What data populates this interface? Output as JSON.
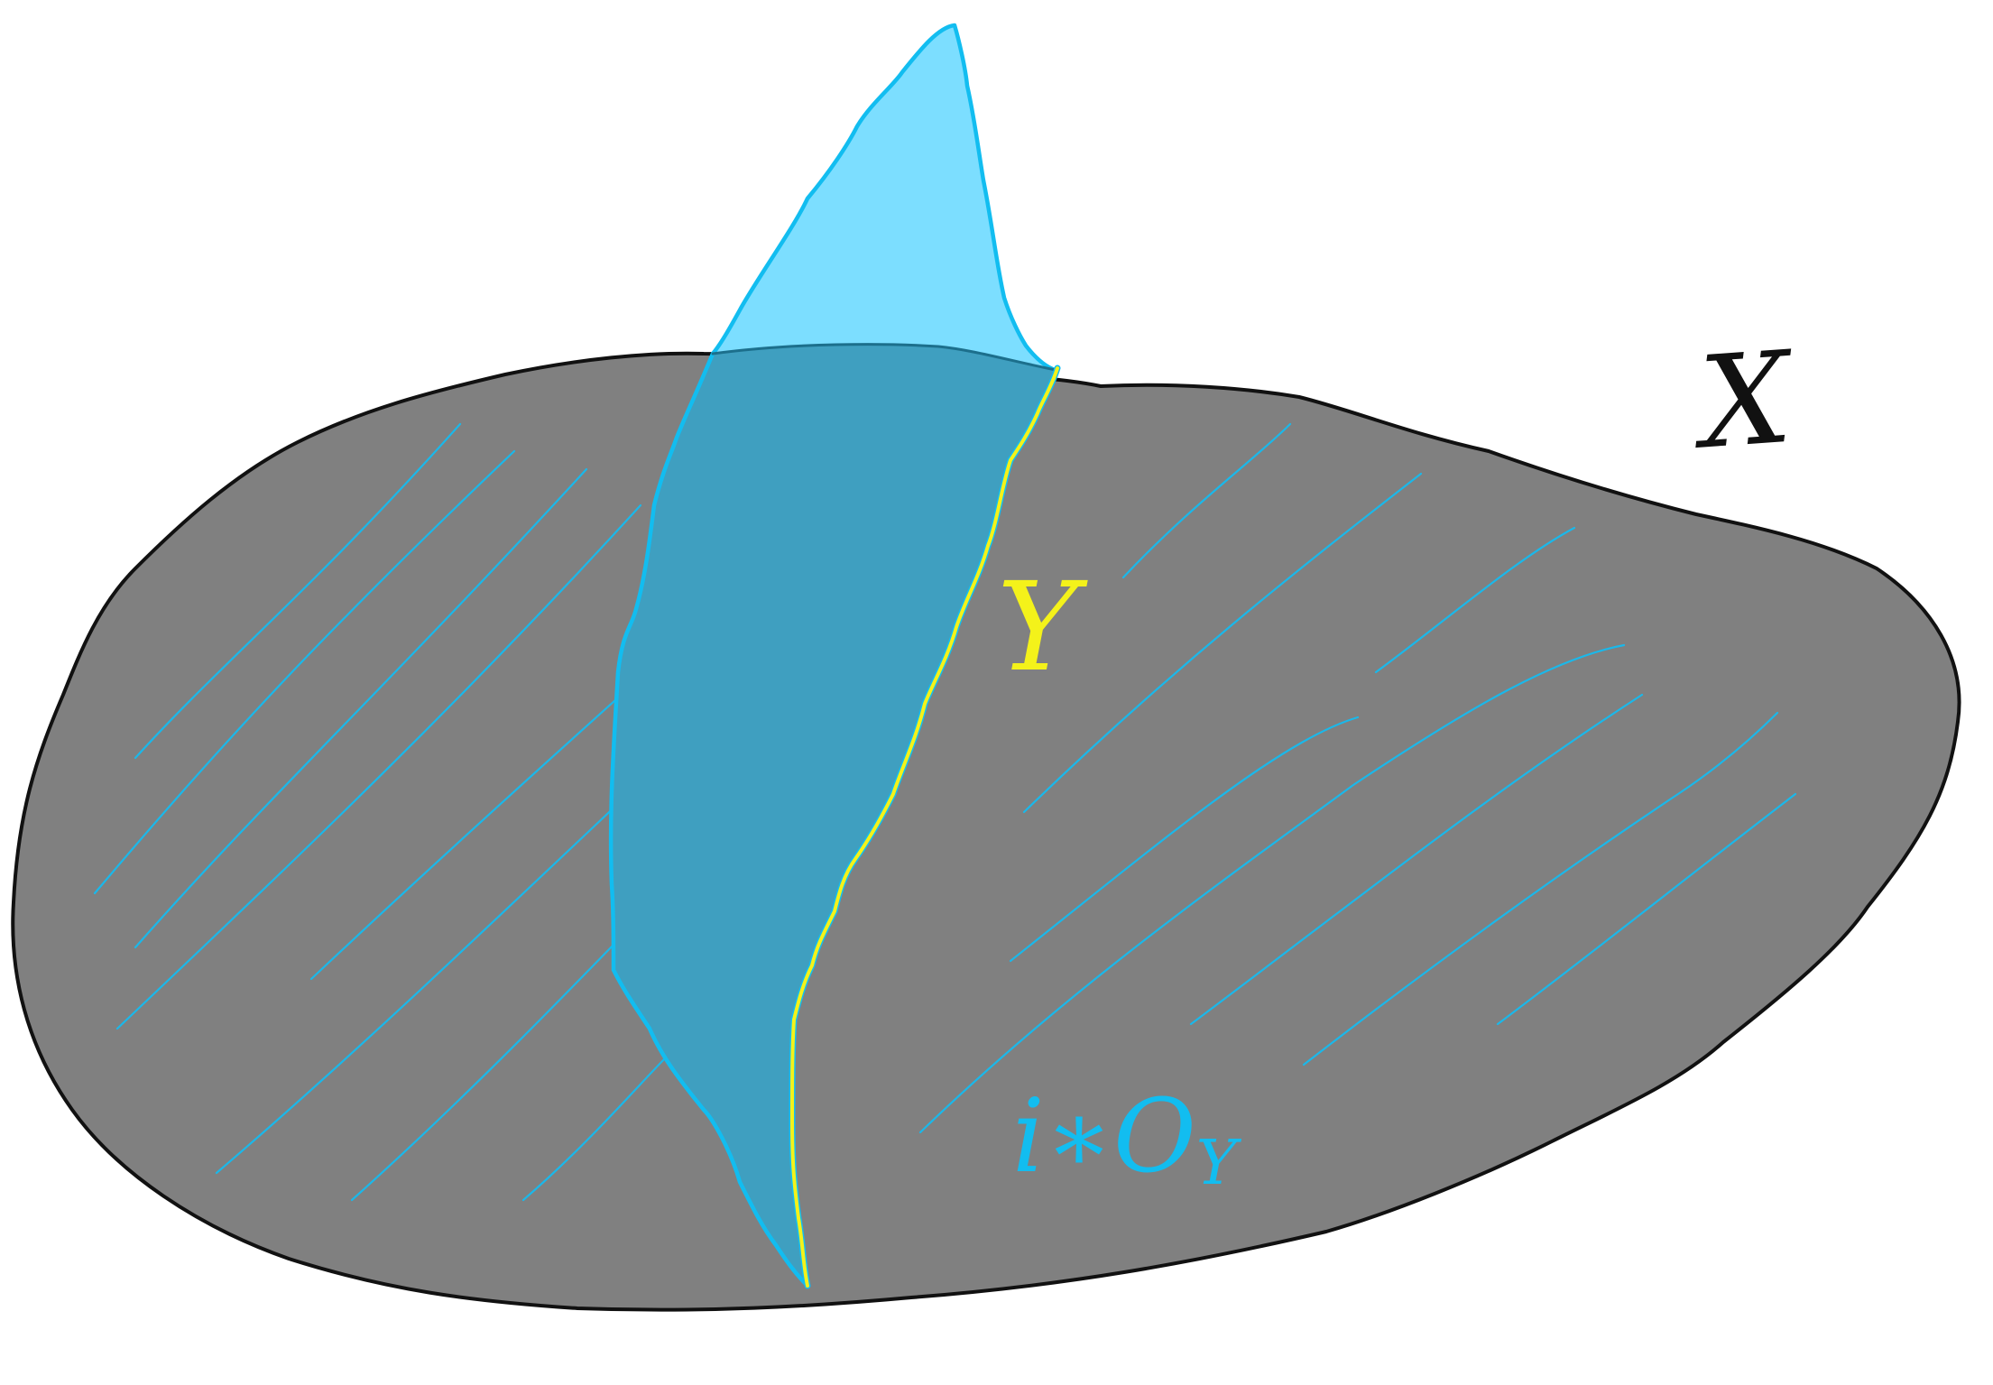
{
  "labels": {
    "space": "X",
    "subvariety": "Y",
    "sheaf": "i∗O",
    "sheaf_subscript": "Y"
  },
  "colors": {
    "background": "#ffffff",
    "space_fill": "#808080",
    "space_outline": "#111111",
    "hatch": "#1ab8ea",
    "sheet_fill": "#7cdeff",
    "sheet_overlap": "#3f9fc0",
    "sheet_outline": "#12bdf0",
    "curve": "#f4f21a",
    "label_x": "#111111",
    "label_y": "#f4f21a",
    "label_sheaf": "#12bdf0"
  }
}
